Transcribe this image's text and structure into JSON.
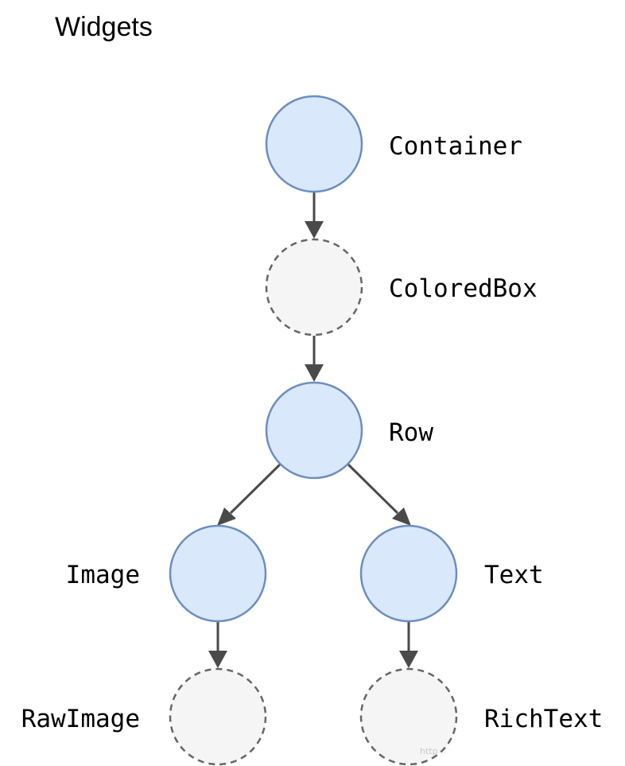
{
  "title": "Widgets",
  "nodes": [
    {
      "id": "container",
      "label": "Container",
      "style": "solid"
    },
    {
      "id": "coloredbox",
      "label": "ColoredBox",
      "style": "dashed"
    },
    {
      "id": "row",
      "label": "Row",
      "style": "solid"
    },
    {
      "id": "image",
      "label": "Image",
      "style": "solid"
    },
    {
      "id": "text",
      "label": "Text",
      "style": "solid"
    },
    {
      "id": "rawimage",
      "label": "RawImage",
      "style": "dashed"
    },
    {
      "id": "richtext",
      "label": "RichText",
      "style": "dashed"
    }
  ],
  "edges": [
    {
      "from": "container",
      "to": "coloredbox"
    },
    {
      "from": "coloredbox",
      "to": "row"
    },
    {
      "from": "row",
      "to": "image"
    },
    {
      "from": "row",
      "to": "text"
    },
    {
      "from": "image",
      "to": "rawimage"
    },
    {
      "from": "text",
      "to": "richtext"
    }
  ],
  "colors": {
    "solid_fill": "#dae8fc",
    "solid_stroke": "#6c8ebf",
    "dashed_fill": "#f5f5f5",
    "dashed_stroke": "#666666",
    "edge": "#4a4a4a"
  },
  "watermark": "http"
}
